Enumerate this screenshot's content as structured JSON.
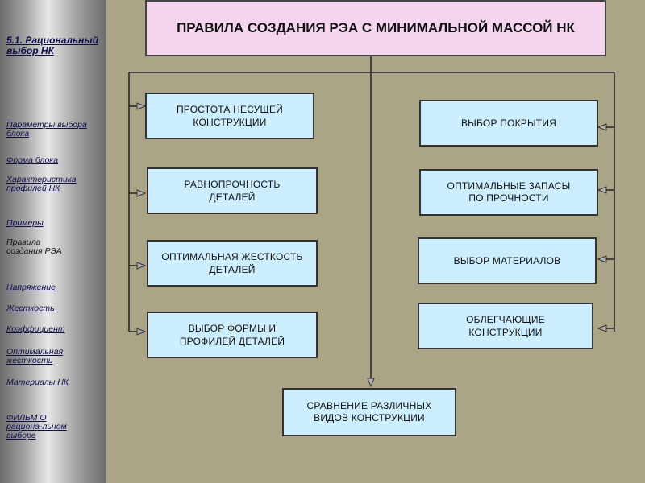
{
  "sidebar": {
    "section_title": "5.1. Рациональный выбор НК",
    "items": [
      {
        "label": "Параметры выбора блока",
        "link": true
      },
      {
        "label": "Форма блока",
        "link": true
      },
      {
        "label": "Характеристика профилей НК",
        "link": true
      },
      {
        "label": "Примеры",
        "link": true
      },
      {
        "label": "Правила создания РЭА",
        "link": false
      },
      {
        "label": "Напряжение",
        "link": true
      },
      {
        "label": "Жесткость",
        "link": true
      },
      {
        "label": "Коэффициент",
        "link": true
      },
      {
        "label": "Оптимальная жесткость",
        "link": true
      },
      {
        "label": "Материалы НК",
        "link": true
      },
      {
        "label": "ФИЛЬМ О рациона-льном выборе",
        "link": true
      }
    ]
  },
  "diagram": {
    "title": "ПРАВИЛА  СОЗДАНИЯ РЭА С МИНИМАЛЬНОЙ МАССОЙ НК",
    "left_boxes": [
      "ПРОСТОТА НЕСУЩЕЙ КОНСТРУКЦИИ",
      "РАВНОПРОЧНОСТЬ ДЕТАЛЕЙ",
      "ОПТИМАЛЬНАЯ ЖЕСТКОСТЬ ДЕТАЛЕЙ",
      "ВЫБОР ФОРМЫ И ПРОФИЛЕЙ ДЕТАЛЕЙ"
    ],
    "right_boxes": [
      "ВЫБОР ПОКРЫТИЯ",
      "ОПТИМАЛЬНЫЕ ЗАПАСЫ ПО ПРОЧНОСТИ",
      "ВЫБОР МАТЕРИАЛОВ",
      "ОБЛЕГЧАЮЩИЕ КОНСТРУКЦИИ"
    ],
    "bottom_box": "СРАВНЕНИЕ РАЗЛИЧНЫХ ВИДОВ КОНСТРУКЦИИ",
    "colors": {
      "title_bg": "#f4d4ee",
      "box_bg": "#cceeff",
      "background": "#aaa586"
    }
  }
}
